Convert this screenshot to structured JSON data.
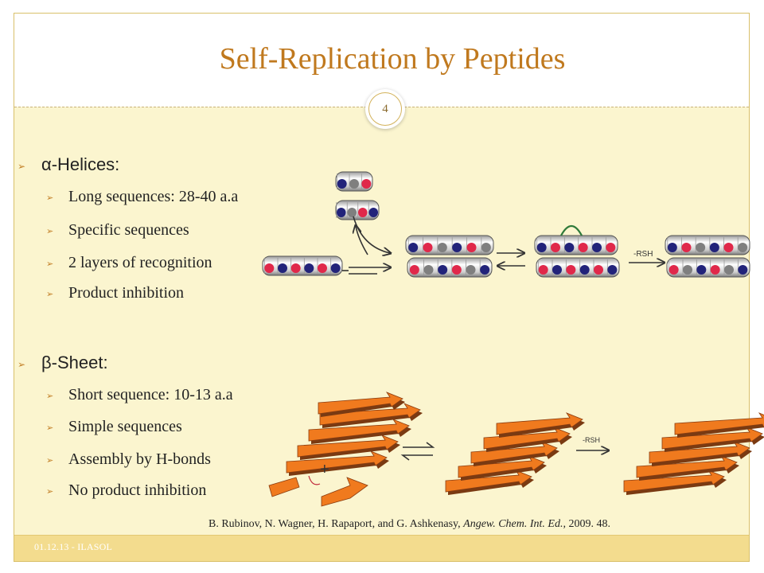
{
  "title": "Self-Replication by Peptides",
  "slide_number": "4",
  "section1": {
    "heading": "α-Helices:",
    "items": [
      "Long sequences: 28-40 a.a",
      "Specific sequences",
      "2 layers of recognition",
      "Product inhibition"
    ]
  },
  "section2": {
    "heading": "β-Sheet:",
    "items": [
      "Short sequence: 10-13 a.a",
      "Simple sequences",
      "Assembly by H-bonds",
      "No product inhibition"
    ]
  },
  "figure_labels": {
    "helix_arrow": "-RSH",
    "sheet_arrow": "-RSH",
    "plus": "+"
  },
  "citation": {
    "authors": "B. Rubinov, N. Wagner, H. Rapaport, and G. Ashkenasy,",
    "journal": "Angew. Chem. Int. Ed.,",
    "year_page": "2009. 48."
  },
  "footer": "01.12.13 - ILASOL",
  "colors": {
    "title": "#c0791e",
    "background": "#fbf5cf",
    "footer": "#f3dc8e",
    "bullet": "#c27f26",
    "strand": "#f07a1e"
  }
}
